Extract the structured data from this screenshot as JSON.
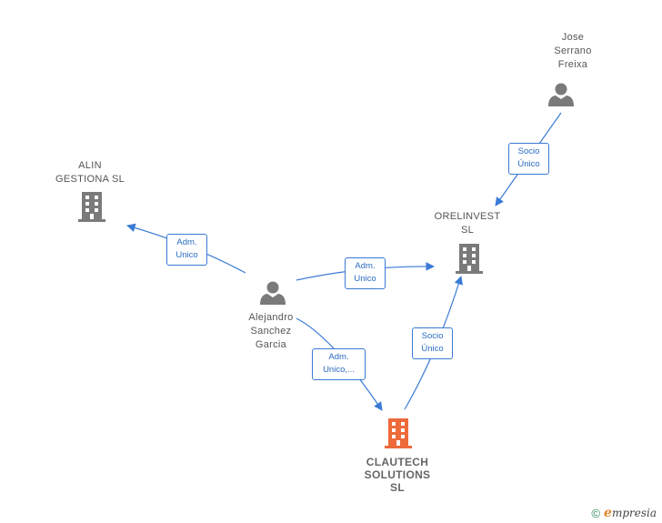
{
  "nodes": {
    "jose": {
      "label": "Jose\nSerrano\nFreixa",
      "kind": "person"
    },
    "alin": {
      "label": "ALIN\nGESTIONA  SL",
      "kind": "company"
    },
    "orelinvest": {
      "label": "ORELINVEST\nSL",
      "kind": "company"
    },
    "alejandro": {
      "label": "Alejandro\nSanchez\nGarcia",
      "kind": "person"
    },
    "clautech": {
      "label": "CLAUTECH\nSOLUTIONS\nSL",
      "kind": "company-focus"
    }
  },
  "edges": {
    "jose_orelinvest": {
      "label": "Socio\nÚnico"
    },
    "alejandro_alin": {
      "label": "Adm.\nUnico"
    },
    "alejandro_orelinvest": {
      "label": "Adm.\nUnico"
    },
    "alejandro_clautech": {
      "label": "Adm.\nUnico,..."
    },
    "clautech_orelinvest": {
      "label": "Socio\nÚnico"
    }
  },
  "colors": {
    "edge": "#3a7ad5",
    "icon_gray": "#7a7a7a",
    "icon_focus": "#ee6a3a"
  },
  "footer": {
    "copyright": "©",
    "brand_initial": "e",
    "brand_rest": "mpresia"
  }
}
